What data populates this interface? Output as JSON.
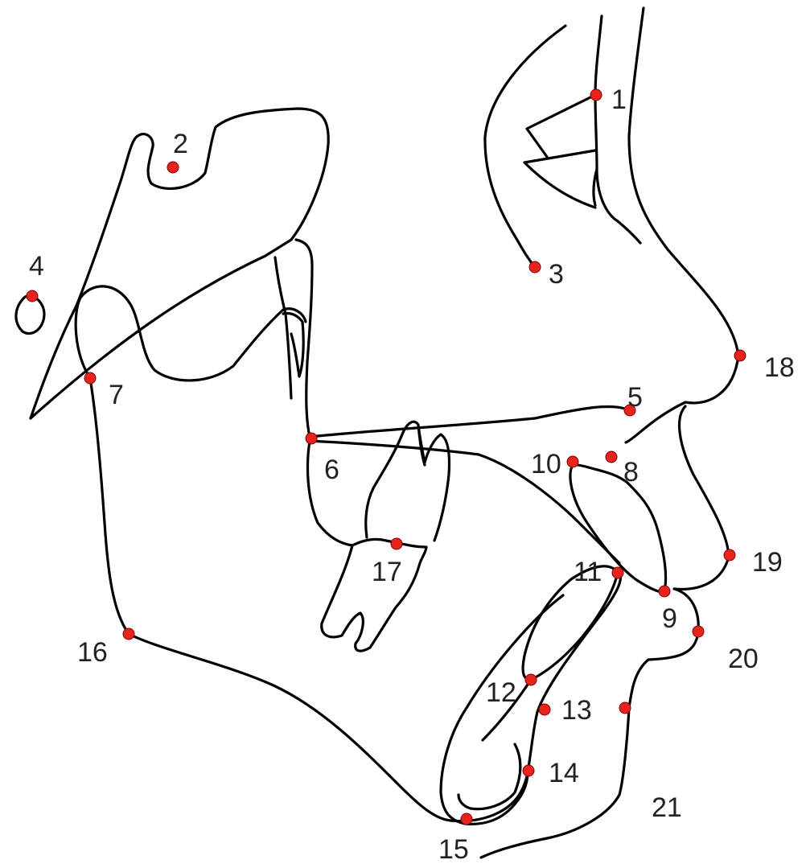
{
  "diagram": {
    "landmark_color": "#e8231c",
    "trace_color": "#000000",
    "landmarks": [
      {
        "id": "lm-1",
        "label": "1"
      },
      {
        "id": "lm-2",
        "label": "2"
      },
      {
        "id": "lm-3",
        "label": "3"
      },
      {
        "id": "lm-4",
        "label": "4"
      },
      {
        "id": "lm-5",
        "label": "5"
      },
      {
        "id": "lm-6",
        "label": "6"
      },
      {
        "id": "lm-7",
        "label": "7"
      },
      {
        "id": "lm-8",
        "label": "8"
      },
      {
        "id": "lm-9",
        "label": "9"
      },
      {
        "id": "lm-10",
        "label": "10"
      },
      {
        "id": "lm-11",
        "label": "11"
      },
      {
        "id": "lm-12",
        "label": "12"
      },
      {
        "id": "lm-13",
        "label": "13"
      },
      {
        "id": "lm-14",
        "label": "14"
      },
      {
        "id": "lm-15",
        "label": "15"
      },
      {
        "id": "lm-16",
        "label": "16"
      },
      {
        "id": "lm-17",
        "label": "17"
      },
      {
        "id": "lm-18",
        "label": "18"
      },
      {
        "id": "lm-19",
        "label": "19"
      },
      {
        "id": "lm-20",
        "label": "20"
      },
      {
        "id": "lm-21",
        "label": "21"
      }
    ]
  }
}
